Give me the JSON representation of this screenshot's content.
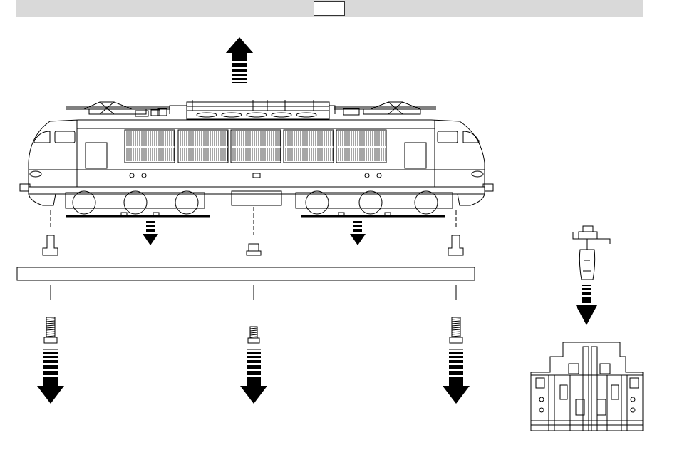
{
  "header": {
    "box_label": ""
  },
  "colors": {
    "line": "#000000",
    "header_bg": "#d9d9d9",
    "background": "#ffffff"
  },
  "arrows": [
    {
      "id": "lift-off-body",
      "direction": "up",
      "style": "dashed-tail-large"
    },
    {
      "id": "remove-bogie-left",
      "direction": "down",
      "style": "dashed-tail-small"
    },
    {
      "id": "remove-bogie-right",
      "direction": "down",
      "style": "dashed-tail-small"
    },
    {
      "id": "remove-screw-left",
      "direction": "down",
      "style": "dashed-tail-large"
    },
    {
      "id": "remove-screw-center",
      "direction": "down",
      "style": "dashed-tail-large"
    },
    {
      "id": "remove-screw-right",
      "direction": "down",
      "style": "dashed-tail-large"
    },
    {
      "id": "remove-pantograph-part",
      "direction": "down",
      "style": "dashed-tail-small"
    }
  ],
  "parts": [
    {
      "id": "locomotive-body",
      "icon": "electric-locomotive"
    },
    {
      "id": "chassis-frame",
      "icon": "frame-bar"
    },
    {
      "id": "screw-left",
      "icon": "screw"
    },
    {
      "id": "screw-center",
      "icon": "screw"
    },
    {
      "id": "screw-right",
      "icon": "screw"
    },
    {
      "id": "clip-left",
      "icon": "clip"
    },
    {
      "id": "clip-center",
      "icon": "clip"
    },
    {
      "id": "clip-right",
      "icon": "clip"
    },
    {
      "id": "roof-detail-part",
      "icon": "pantograph-component"
    },
    {
      "id": "roof-detail-view",
      "icon": "roof-closeup"
    }
  ]
}
